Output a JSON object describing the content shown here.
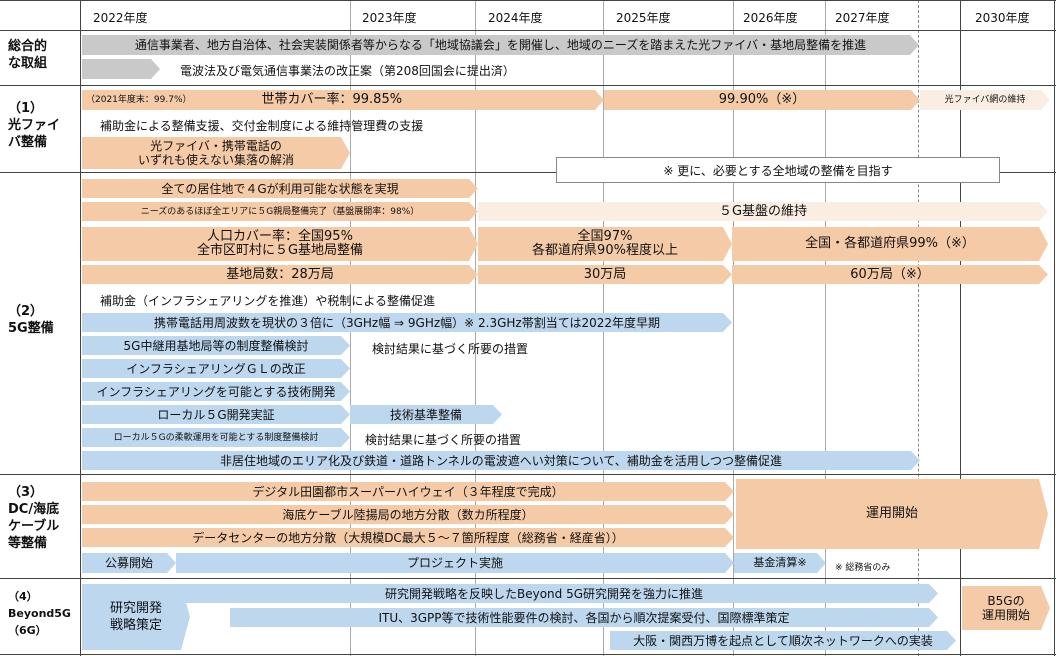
{
  "years": [
    "2022年度",
    "2023年度",
    "2024年度",
    "2025年度",
    "2026年度",
    "2027年度",
    "2030年度"
  ],
  "sections": {
    "overall": "総合的\nな取組",
    "fiber": "（1）\n光ファイ\nバ整備",
    "g5": "（2）\n5G整備",
    "dc": "（3）\nDC/海底\nケーブル\n等整備",
    "b5g": "（4）\nBeyond5G\n（6G）"
  },
  "overall": {
    "bar1": "通信事業者、地方自治体、社会実装関係者等からなる「地域協議会」を開催し、地域のニーズを踏まえた光ファイバ・基地局整備を推進",
    "bar2": "電波法及び電気通信事業法の改正案（第208回国会に提出済）"
  },
  "fiber": {
    "note2021": "（2021年度末：99.7%）",
    "coverage1": "世帯カバー率：99.85%",
    "coverage2": "99.90%（※）",
    "maintain": "光ファイバ網の維持",
    "subsidy": "補助金による整備支援、交付金制度による維持管理費の支援",
    "resolve": "光ファイバ・携帯電話の\nいずれも使えない集落の解消",
    "further": "※ 更に、必要とする全地域の整備を目指す"
  },
  "g5": {
    "g4": "全ての居住地で４Gが利用可能な状態を実現",
    "parent": "ニーズのあるほぼ全エリアに５G親局整備完了（基盤展開率：98%）",
    "parent2": "５G基盤の維持",
    "pop1": "人口カバー率：全国95%\n全市区町村に５G基地局整備",
    "pop2": "全国97%\n各都道府県90%程度以上",
    "pop3": "全国・各都道府県99%（※）",
    "bs1": "基地局数：28万局",
    "bs2": "30万局",
    "bs3": "60万局（※）",
    "subsidy": "補助金（インフラシェアリングを推進）や税制による整備促進",
    "freq": "携帯電話用周波数を現状の３倍に（3GHz幅 ⇒ 9GHz幅）※ 2.3GHz帯割当ては2022年度早期",
    "relay": "5G中継用基地局等の制度整備検討",
    "relay_next": "検討結果に基づく所要の措置",
    "infra_gl": "インフラシェアリングＧＬの改正",
    "infra_tech": "インフラシェアリングを可能とする技術開発",
    "local": "ローカル５G開発実証",
    "local_next": "技術基準整備",
    "local_flex": "ローカル５Gの柔軟運用を可能とする制度整備検討",
    "local_flex_next": "検討結果に基づく所要の措置",
    "tunnel": "非居住地域のエリア化及び鉄道・道路トンネルの電波遮へい対策について、補助金を活用しつつ整備促進"
  },
  "dc": {
    "highway": "デジタル田園都市スーパーハイウェイ（３年程度で完成）",
    "cable": "海底ケーブル陸揚局の地方分散（数カ所程度）",
    "center": "データセンターの地方分散（大規模DC最大５～７箇所程度（総務省・経産省））",
    "operation": "運用開始",
    "recruit": "公募開始",
    "project": "プロジェクト実施",
    "fund": "基金清算※",
    "fund_note": "※ 総務省のみ"
  },
  "b5g": {
    "strategy": "研究開発\n戦略策定",
    "promote": "研究開発戦略を反映したBeyond 5G研究開発を強力に推進",
    "itu": "ITU、3GPP等で技術性能要件の検討、各国から順次提案受付、国際標準策定",
    "expo": "大阪・関西万博を起点として順次ネットワークへの実装",
    "operation": "B5Gの\n運用開始"
  },
  "colors": {
    "gray": "#c9c9c9",
    "orange": "#f5cba7",
    "pale": "#faeee3",
    "blue": "#bdd7ee"
  }
}
